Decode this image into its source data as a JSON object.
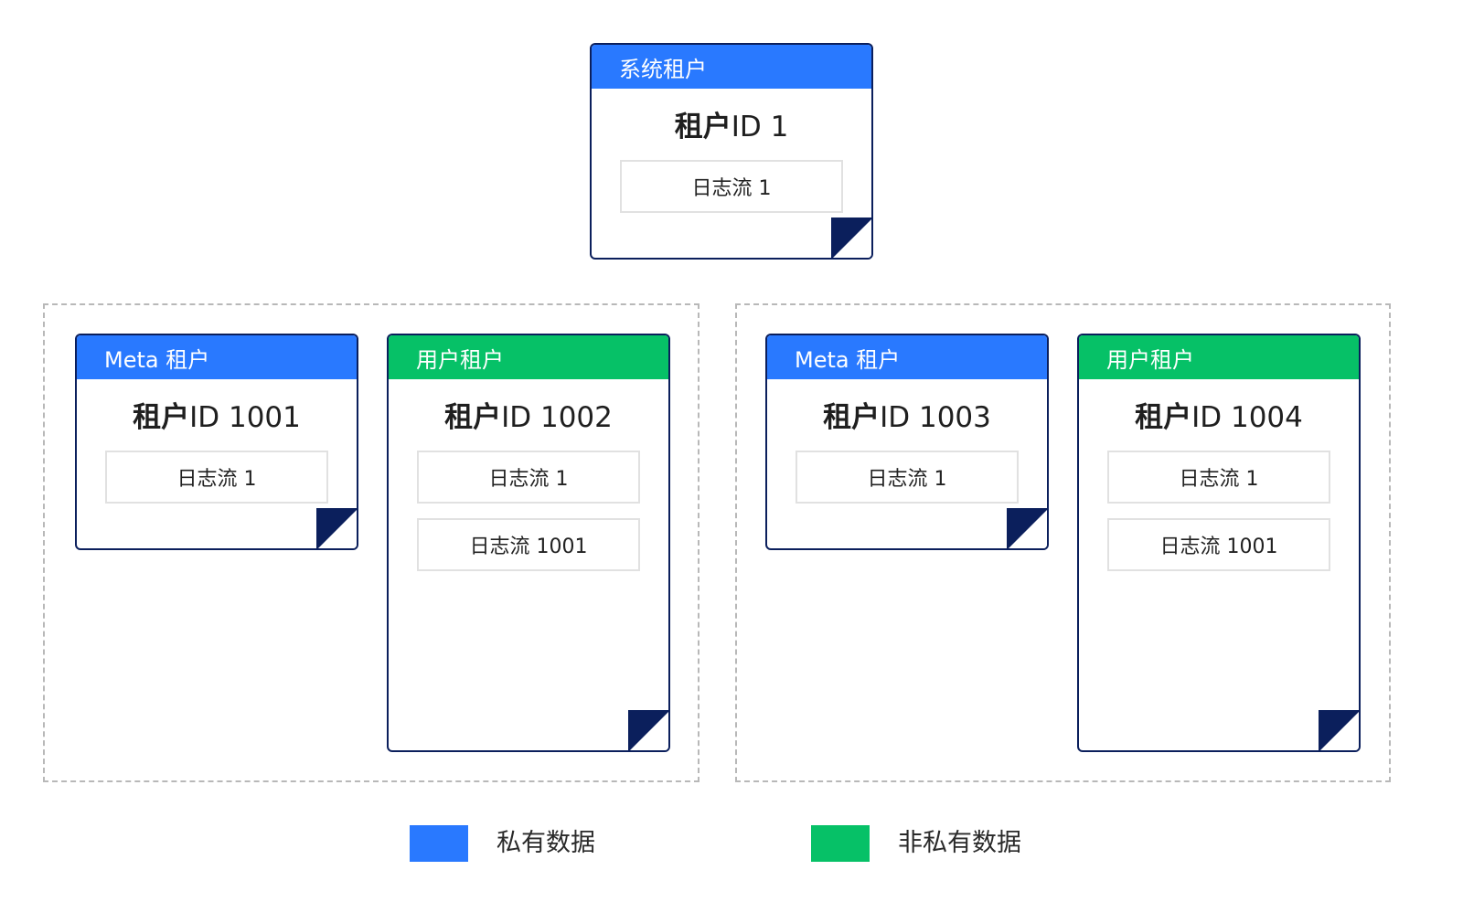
{
  "colors": {
    "private": "#2979ff",
    "non_private": "#06c167",
    "card_border": "#0b1f5c",
    "fold": "#0b1f5c",
    "group_border": "#b8b8b8"
  },
  "system_tenant": {
    "header": "系统租户",
    "title_bold": "租户",
    "title_rest": "ID 1",
    "streams": [
      "日志流 1"
    ]
  },
  "groups": [
    {
      "meta": {
        "header": "Meta 租户",
        "title_bold": "租户",
        "title_rest": "ID 1001",
        "streams": [
          "日志流 1"
        ]
      },
      "user": {
        "header": "用户租户",
        "title_bold": "租户",
        "title_rest": "ID 1002",
        "streams": [
          "日志流 1",
          "日志流 1001"
        ]
      }
    },
    {
      "meta": {
        "header": "Meta 租户",
        "title_bold": "租户",
        "title_rest": "ID 1003",
        "streams": [
          "日志流 1"
        ]
      },
      "user": {
        "header": "用户租户",
        "title_bold": "租户",
        "title_rest": "ID 1004",
        "streams": [
          "日志流 1",
          "日志流 1001"
        ]
      }
    }
  ],
  "legend": {
    "private_label": "私有数据",
    "non_private_label": "非私有数据"
  }
}
